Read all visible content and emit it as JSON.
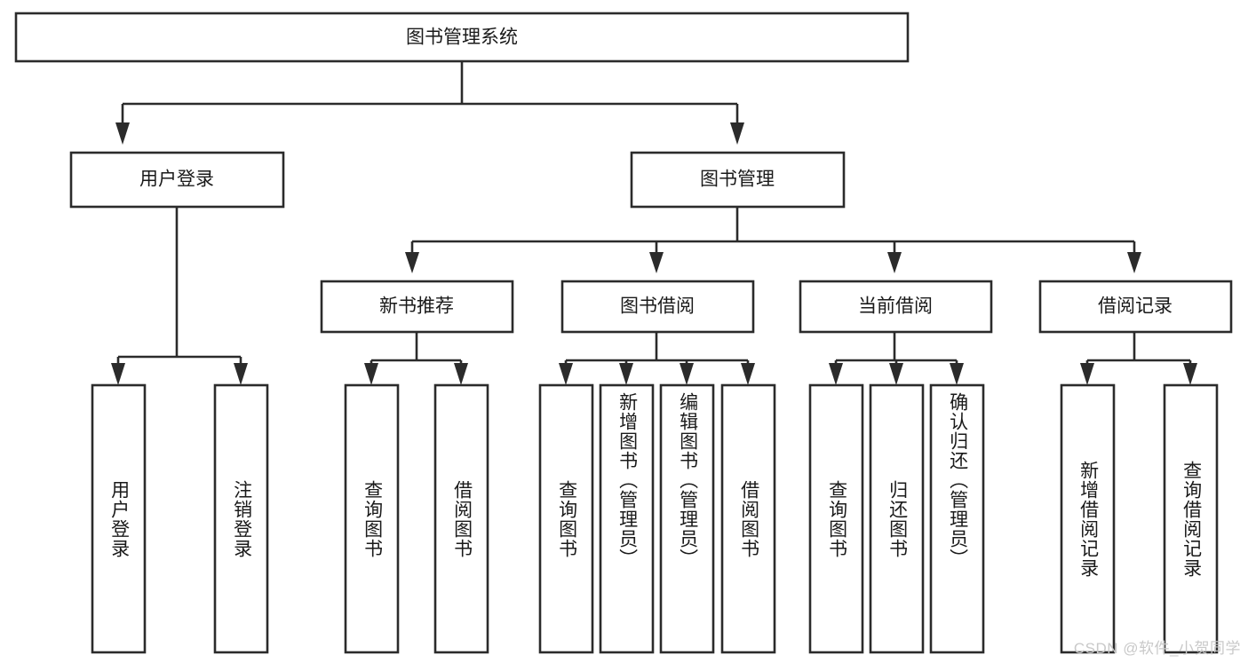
{
  "diagram": {
    "title": "图书管理系统",
    "type": "tree",
    "orientation": "top-down",
    "colors": {
      "box_stroke": "#2b2b2b",
      "box_fill": "#ffffff",
      "connector": "#2b2b2b",
      "text": "#1a1a1a",
      "background": "#ffffff",
      "watermark": "#c9c9c9"
    },
    "root": {
      "label": "图书管理系统"
    },
    "level2": [
      {
        "label": "用户登录"
      },
      {
        "label": "图书管理"
      }
    ],
    "level3": [
      {
        "label": "新书推荐"
      },
      {
        "label": "图书借阅"
      },
      {
        "label": "当前借阅"
      },
      {
        "label": "借阅记录"
      }
    ],
    "leaves": {
      "user_login": [
        {
          "label": "用户登录"
        },
        {
          "label": "注销登录"
        }
      ],
      "new_book_recommend": [
        {
          "label": "查询图书"
        },
        {
          "label": "借阅图书"
        }
      ],
      "book_borrow": [
        {
          "label": "查询图书"
        },
        {
          "label": "新增图书（管理员）"
        },
        {
          "label": "编辑图书（管理员）"
        },
        {
          "label": "借阅图书"
        }
      ],
      "current_borrow": [
        {
          "label": "查询图书"
        },
        {
          "label": "归还图书"
        },
        {
          "label": "确认归还（管理员）"
        }
      ],
      "borrow_record": [
        {
          "label": "新增借阅记录"
        },
        {
          "label": "查询借阅记录"
        }
      ]
    },
    "watermark": "CSDN @软件_小贺同学"
  }
}
